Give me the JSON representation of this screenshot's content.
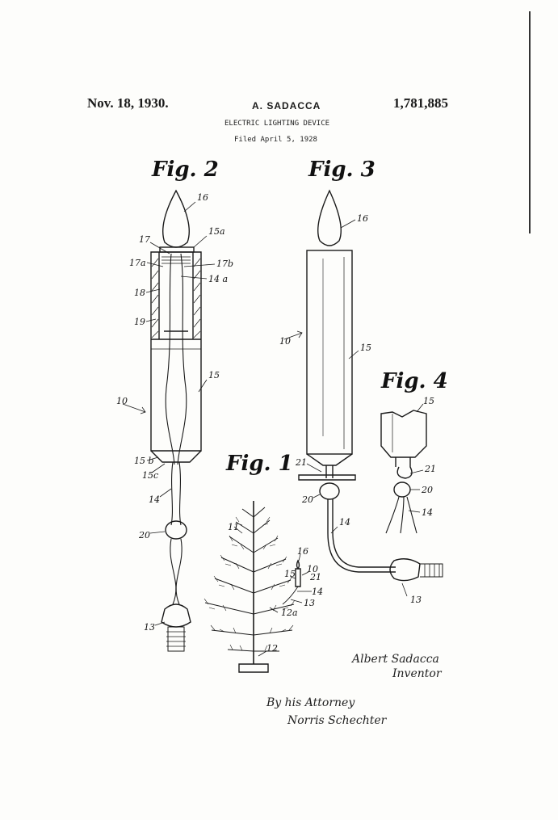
{
  "header": {
    "date": "Nov. 18, 1930.",
    "inventor": "A. SADACCA",
    "patent_number": "1,781,885",
    "title": "ELECTRIC LIGHTING DEVICE",
    "filed": "Filed April 5, 1928"
  },
  "figures": {
    "fig2": "Fig. 2",
    "fig3": "Fig. 3",
    "fig1": "Fig. 1",
    "fig4": "Fig. 4"
  },
  "refs": {
    "fig2": {
      "r16": "16",
      "r15a": "15a",
      "r17": "17",
      "r17a": "17a",
      "r17b": "17b",
      "r14a": "14 a",
      "r18": "18",
      "r19": "19",
      "r15": "15",
      "r10": "10",
      "r15b": "15 b",
      "r15c": "15c",
      "r14": "14",
      "r20": "20",
      "r13": "13"
    },
    "fig3": {
      "r16": "16",
      "r10": "10",
      "r15": "15",
      "r21": "21",
      "r20": "20",
      "r14": "14",
      "r13": "13"
    },
    "fig4": {
      "r15": "15",
      "r21": "21",
      "r20": "20",
      "r14": "14"
    },
    "fig1": {
      "r11": "11",
      "r16": "16",
      "r10": "10",
      "r15": "15",
      "r21": "21",
      "r14": "14",
      "r13": "13",
      "r12a": "12a",
      "r12": "12"
    }
  },
  "signatures": {
    "inventor_sig": "Albert Sadacca",
    "inventor_label": "Inventor",
    "by_attorney": "By his Attorney",
    "attorney_sig": "Norris Schechter"
  }
}
